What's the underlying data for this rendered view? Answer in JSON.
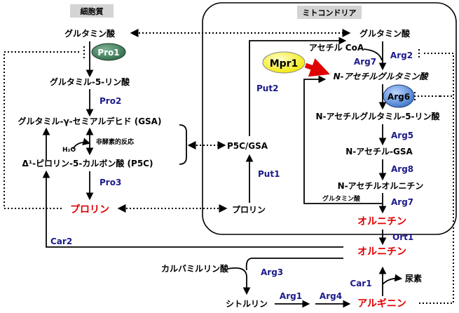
{
  "regions": {
    "cytoplasm": "細胞質",
    "mitochondria": "ミトコンドリア"
  },
  "cyto": {
    "glutamate": "グルタミン酸",
    "glutamyl5p": "グルタミル-5-リン酸",
    "gsa": "グルタミル-γ-セミアルデヒド (GSA)",
    "nonenz": "非酵素的反応",
    "water": "H₂O",
    "p5c": "Δ¹-ピロリン-5-カルボン酸 (P5C)",
    "proline": "プロリン",
    "car2": "Car2"
  },
  "mito": {
    "glutamate": "グルタミン酸",
    "acetylcoa": "アセチル CoA",
    "nag": "N-アセチルグルタミン酸",
    "nag5p": "N-アセチルグルタミル-5-リン酸",
    "nagsa": "N-アセチル-GSA",
    "naorn": "N-アセチルオルニチン",
    "glu_small": "グルタミン酸",
    "ornithine": "オルニチン",
    "p5cgsa": "P5C/GSA",
    "proline": "プロリン",
    "ort1": "Ort1"
  },
  "urea": {
    "ornithine": "オルニチン",
    "carbamoylp": "カルバミルリン酸",
    "citrulline": "シトルリン",
    "arginine": "アルギニン",
    "urea": "尿素"
  },
  "enzymes": {
    "pro1": "Pro1",
    "pro2": "Pro2",
    "pro3": "Pro3",
    "put1": "Put1",
    "put2": "Put2",
    "arg2": "Arg2",
    "arg7a": "Arg7",
    "arg5": "Arg5",
    "arg8": "Arg8",
    "arg7b": "Arg7",
    "arg3": "Arg3",
    "arg1": "Arg1",
    "arg4": "Arg4",
    "car1": "Car1"
  },
  "badges": {
    "pro1": "Pro1",
    "mpr1": "Mpr1",
    "arg6": "Arg6"
  },
  "colors": {
    "enzyme": "#1a1a8c",
    "red_label": "#e00000",
    "pro1_fill": "#2f6b4a",
    "mpr1_fill": "#ffff33",
    "arg6_fill": "#4a86d8",
    "arrow_red": "#e00000"
  }
}
